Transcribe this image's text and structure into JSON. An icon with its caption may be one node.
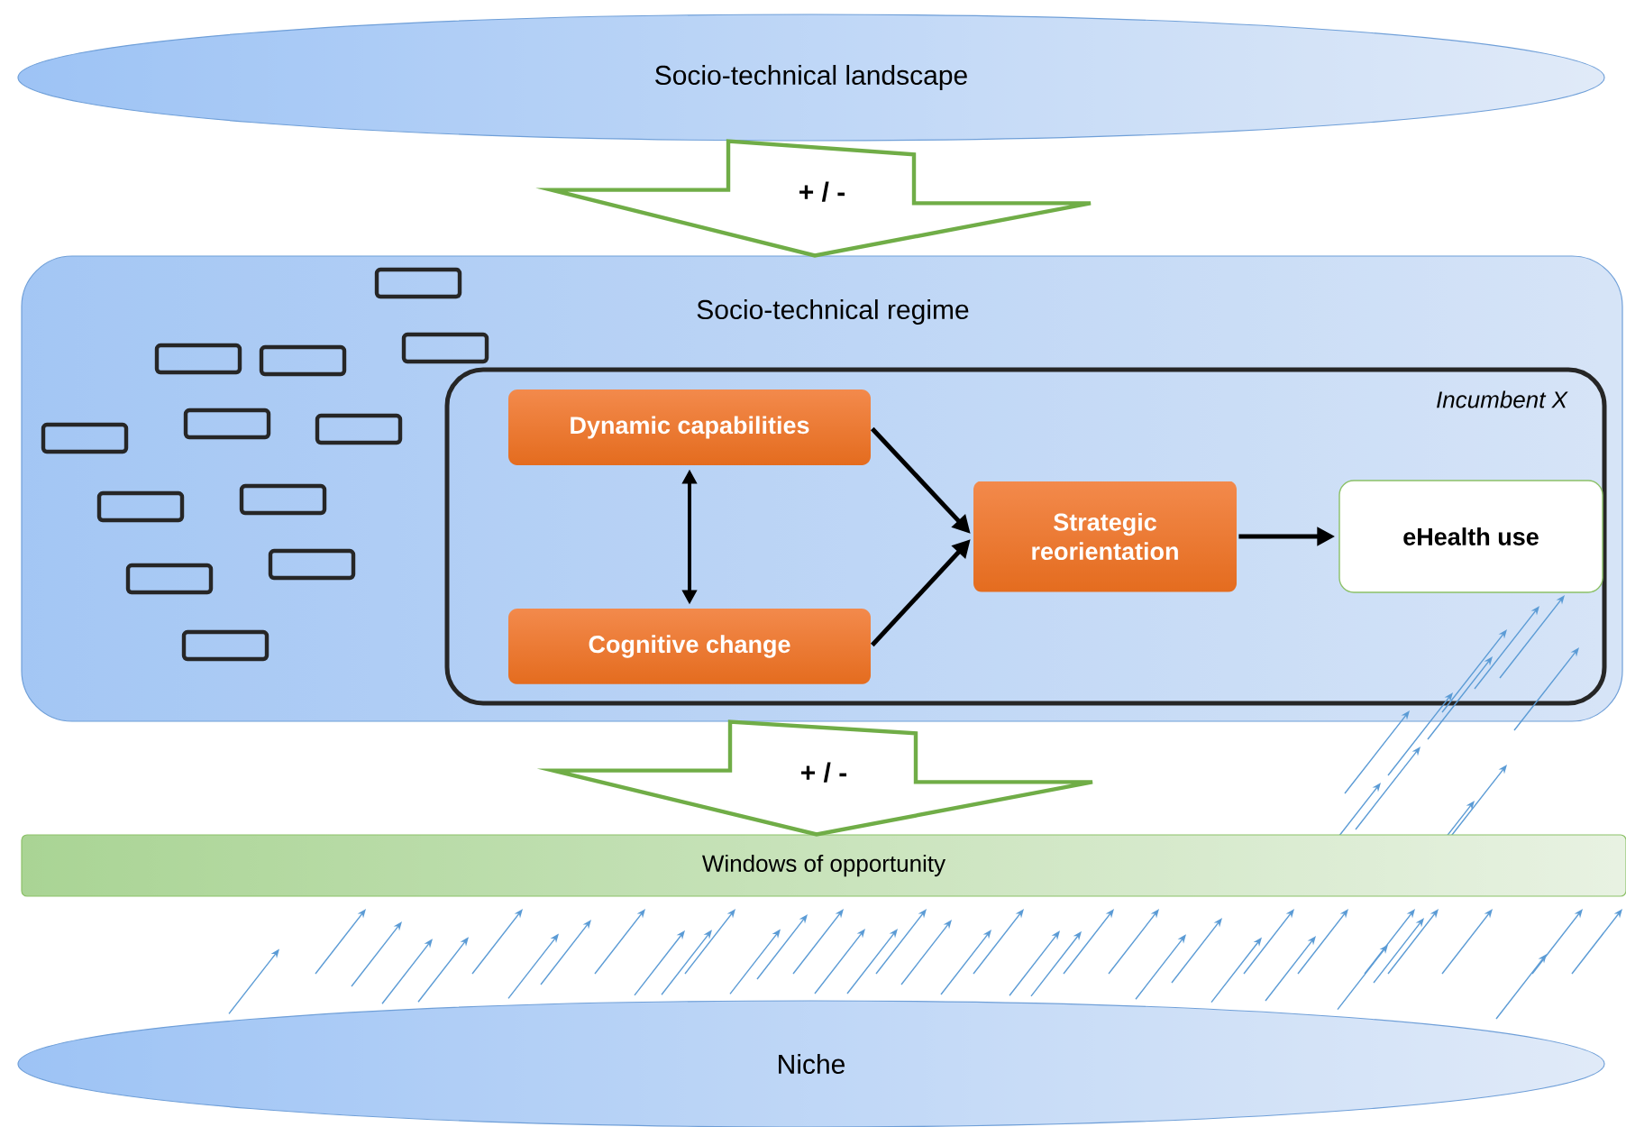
{
  "diagram": {
    "nodes": [
      {
        "text": [
          "Socio-technical landscape"
        ]
      },
      {
        "text": [
          "Socio-technical regime"
        ]
      },
      {
        "text": [
          "Incumbent X"
        ],
        "in": 1
      },
      {
        "text": [
          "Dynamic capabilities"
        ],
        "in": 2
      },
      {
        "text": [
          "Cognitive change"
        ],
        "in": 2
      },
      {
        "text": [
          "Strategic reorientation"
        ],
        "in": 2
      },
      {
        "text": [
          "eHealth use"
        ],
        "in": 2
      },
      {
        "text": [
          "Windows of opportunity"
        ]
      },
      {
        "text": [
          "Niche"
        ]
      },
      {
        "text": [],
        "shape": "box",
        "in": 1
      },
      {
        "text": [],
        "shape": "box",
        "in": 1
      },
      {
        "text": [],
        "shape": "box",
        "in": 1
      },
      {
        "text": [],
        "shape": "box",
        "in": 1
      },
      {
        "text": [],
        "shape": "box",
        "in": 1
      },
      {
        "text": [],
        "shape": "box",
        "in": 1
      },
      {
        "text": [],
        "shape": "box",
        "in": 1
      },
      {
        "text": [],
        "shape": "box",
        "in": 1
      },
      {
        "text": [],
        "shape": "box",
        "in": 1
      },
      {
        "text": [],
        "shape": "box",
        "in": 1
      },
      {
        "text": [],
        "shape": "box",
        "in": 1
      },
      {
        "text": [],
        "shape": "box",
        "in": 1
      }
    ],
    "edges": [
      {
        "from": 0,
        "to": 1,
        "arrow": "to",
        "label": "+ / -",
        "color": "#70ad47"
      },
      {
        "from": 3,
        "to": 4,
        "arrow": "both"
      },
      {
        "from": 3,
        "to": 5,
        "arrow": "to"
      },
      {
        "from": 4,
        "to": 5,
        "arrow": "to"
      },
      {
        "from": 5,
        "to": 6,
        "arrow": "to"
      },
      {
        "from": 1,
        "to": 7,
        "arrow": "to",
        "label": "+ / -",
        "color": "#70ad47"
      }
    ]
  }
}
